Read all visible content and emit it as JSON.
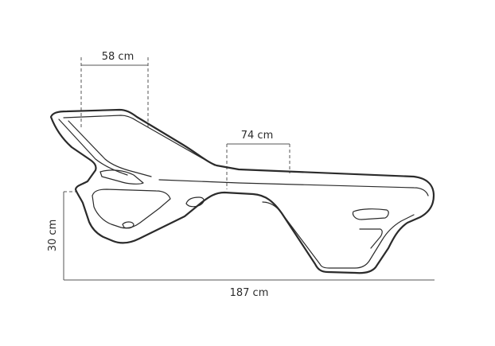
{
  "dimensions": {
    "backrest_width": "58 cm",
    "seat_width": "74 cm",
    "height": "30 cm",
    "length": "187 cm"
  },
  "colors": {
    "line": "#2b2b2b",
    "background": "#ffffff"
  }
}
